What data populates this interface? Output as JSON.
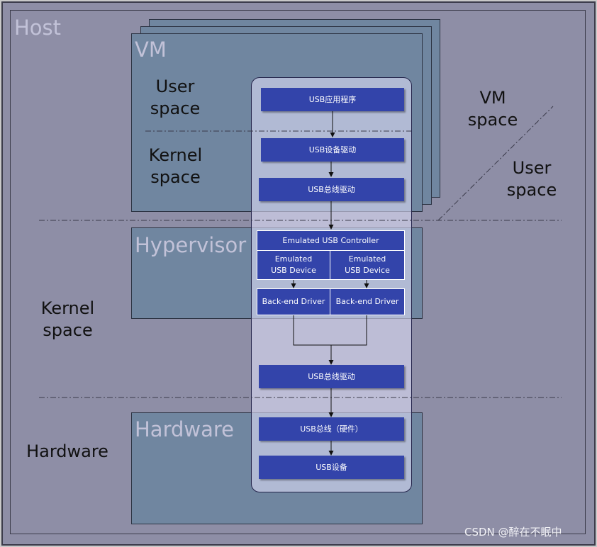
{
  "host": {
    "title": "Host"
  },
  "vm": {
    "title": "VM"
  },
  "hypervisor": {
    "title": "Hypervisor"
  },
  "hardware_section": {
    "title": "Hardware"
  },
  "region_labels": {
    "vm_user_space": "User\nspace",
    "vm_kernel_space": "Kernel\nspace",
    "host_kernel_space": "Kernel\nspace",
    "hardware": "Hardware",
    "vm_space_right": "VM\nspace",
    "user_space_right": "User\nspace"
  },
  "blocks": {
    "usb_app": "USB应用程序",
    "usb_device_driver": "USB设备驱动",
    "usb_bus_driver_vm": "USB总线驱动",
    "emulated_controller": "Emulated USB Controller",
    "emulated_device_1": "Emulated\nUSB Device",
    "emulated_device_2": "Emulated\nUSB Device",
    "backend_driver_1": "Back-end Driver",
    "backend_driver_2": "Back-end Driver",
    "usb_bus_driver_host": "USB总线驱动",
    "usb_bus_hw": "USB总线（硬件）",
    "usb_device_hw": "USB设备"
  },
  "watermark": "CSDN @醉在不眠中",
  "colors": {
    "host_bg": "#8e8ea6",
    "panel_bg": "#7086a0",
    "block_bg": "#3344aa",
    "column_bg": "#dadaf4",
    "section_title": "#c2c2d8"
  }
}
